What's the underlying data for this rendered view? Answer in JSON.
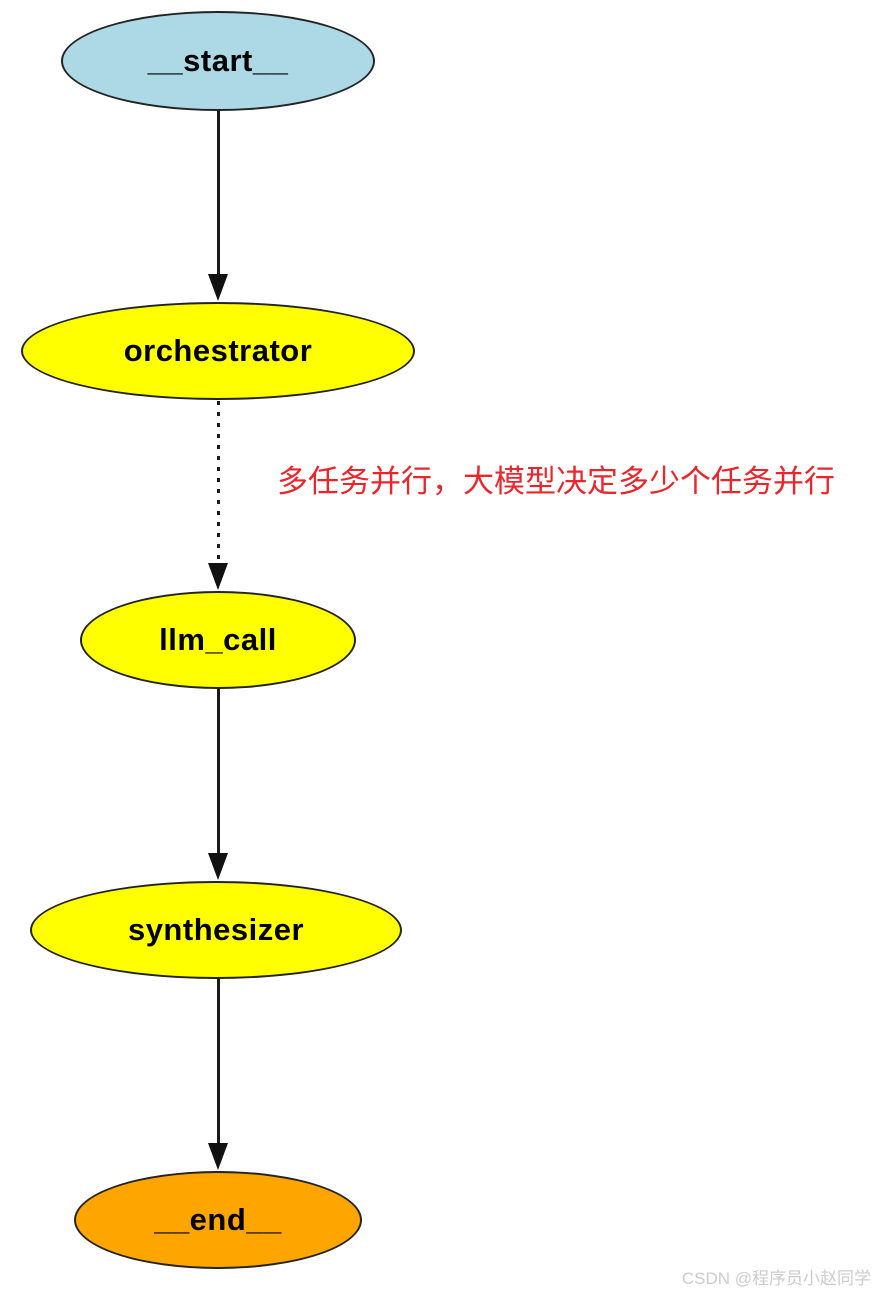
{
  "diagram": {
    "type": "flowchart",
    "direction": "top-to-bottom",
    "nodes": [
      {
        "id": "start",
        "label": "__start__",
        "shape": "ellipse",
        "fill": "#ADD8E6",
        "border": "#232323",
        "text_color": "#000000"
      },
      {
        "id": "orchestrator",
        "label": "orchestrator",
        "shape": "ellipse",
        "fill": "#FFFF00",
        "border": "#232323",
        "text_color": "#000000"
      },
      {
        "id": "llm_call",
        "label": "llm_call",
        "shape": "ellipse",
        "fill": "#FFFF00",
        "border": "#232323",
        "text_color": "#000000"
      },
      {
        "id": "synthesizer",
        "label": "synthesizer",
        "shape": "ellipse",
        "fill": "#FFFF00",
        "border": "#232323",
        "text_color": "#000000"
      },
      {
        "id": "end",
        "label": "__end__",
        "shape": "ellipse",
        "fill": "#FFA500",
        "border": "#232323",
        "text_color": "#000000"
      }
    ],
    "edges": [
      {
        "from": "start",
        "to": "orchestrator",
        "style": "solid",
        "color": "#1a1a1a"
      },
      {
        "from": "orchestrator",
        "to": "llm_call",
        "style": "dotted",
        "color": "#1a1a1a"
      },
      {
        "from": "llm_call",
        "to": "synthesizer",
        "style": "solid",
        "color": "#1a1a1a"
      },
      {
        "from": "synthesizer",
        "to": "end",
        "style": "solid",
        "color": "#1a1a1a"
      }
    ],
    "annotation": {
      "text": "多任务并行，大模型决定多少个任务并行",
      "color": "#E8262B",
      "attached_to_edge": "orchestrator -> llm_call"
    }
  },
  "watermark": {
    "text": "CSDN @程序员小赵同学",
    "color": "#CCCCCC"
  }
}
